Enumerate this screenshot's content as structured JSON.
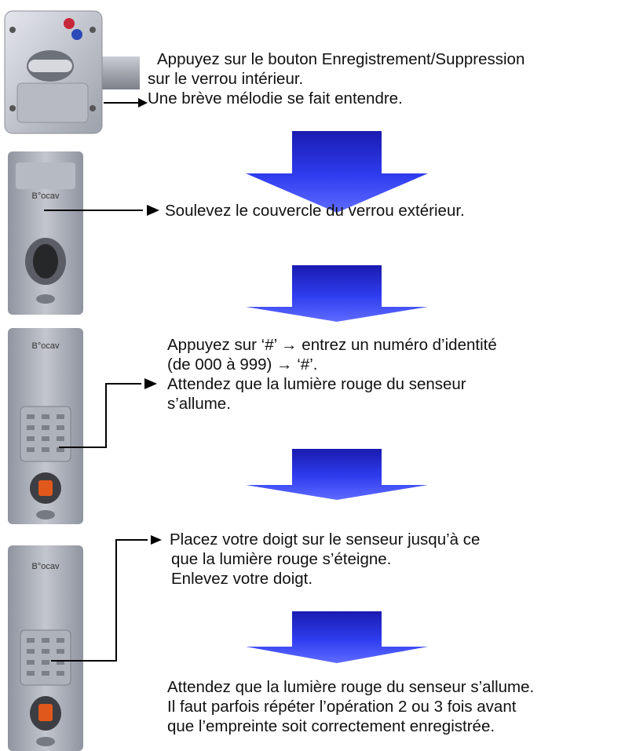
{
  "step1": {
    "lines": [
      "Appuyez sur le bouton Enregistrement/Suppression",
      "sur le verrou intérieur.",
      "Une brève mélodie se fait entendre."
    ]
  },
  "step2": {
    "lines": [
      "Soulevez le couvercle du verrou extérieur."
    ]
  },
  "step3": {
    "lines": [
      "Appuyez sur ‘#’ → entrez un numéro d’identité",
      "(de 000 à 999) → ‘#’.",
      "Attendez que la lumière rouge du senseur",
      "s’allume."
    ]
  },
  "step4": {
    "lines": [
      "Placez votre doigt sur le senseur jusqu’à ce",
      "que la lumière rouge s’éteigne.",
      "Enlevez votre doigt."
    ]
  },
  "step5": {
    "lines": [
      "Attendez que la lumière rouge du senseur s’allume.",
      "Il faut parfois répéter l’opération 2 ou 3 fois avant",
      "que l’empreinte soit correctement enregistrée."
    ]
  },
  "device_brand": "B°ocav",
  "colors": {
    "arrow_blue": "#2f3df0",
    "arrow_dark": "#1a1bb0",
    "sensor_orange": "#e0581c",
    "metal": "#a9adb8"
  }
}
